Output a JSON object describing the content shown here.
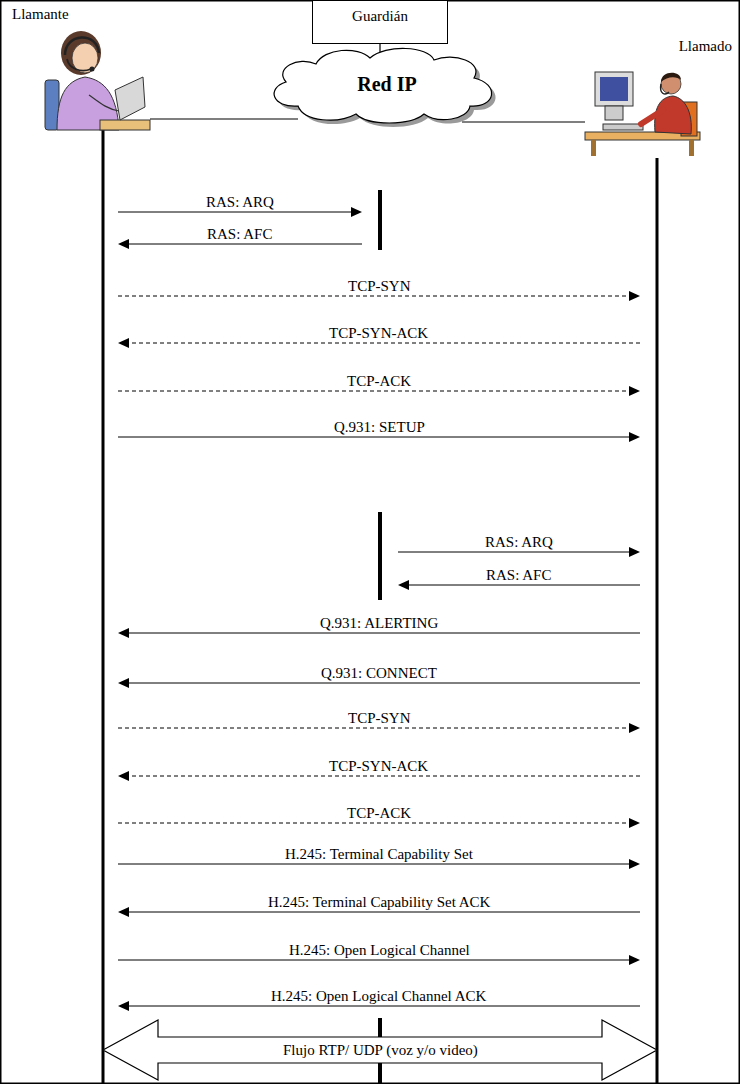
{
  "diagram": {
    "nodes": [
      {
        "text": [
          "Llamante"
        ]
      },
      {
        "text": [
          "Guardián"
        ]
      },
      {
        "text": [
          "Red IP"
        ]
      },
      {
        "text": [
          "Llamado"
        ]
      }
    ],
    "edges": [
      {
        "from": 0,
        "to": 2,
        "arrow": "none"
      },
      {
        "from": 1,
        "to": 2,
        "arrow": "none"
      },
      {
        "from": 2,
        "to": 3,
        "arrow": "none"
      },
      {
        "from": 0,
        "to": 1,
        "arrow": "to",
        "label": "RAS: ARQ"
      },
      {
        "from": 1,
        "to": 0,
        "arrow": "to",
        "label": "RAS: AFC"
      },
      {
        "from": 0,
        "to": 3,
        "arrow": "to",
        "label": "TCP-SYN"
      },
      {
        "from": 3,
        "to": 0,
        "arrow": "to",
        "label": "TCP-SYN-ACK"
      },
      {
        "from": 0,
        "to": 3,
        "arrow": "to",
        "label": "TCP-ACK"
      },
      {
        "from": 0,
        "to": 3,
        "arrow": "to",
        "label": "Q.931: SETUP"
      },
      {
        "from": 1,
        "to": 3,
        "arrow": "to",
        "label": "RAS: ARQ"
      },
      {
        "from": 3,
        "to": 1,
        "arrow": "to",
        "label": "RAS: AFC"
      },
      {
        "from": 3,
        "to": 0,
        "arrow": "to",
        "label": "Q.931: ALERTING"
      },
      {
        "from": 3,
        "to": 0,
        "arrow": "to",
        "label": "Q.931: CONNECT"
      },
      {
        "from": 0,
        "to": 3,
        "arrow": "to",
        "label": "TCP-SYN"
      },
      {
        "from": 3,
        "to": 0,
        "arrow": "to",
        "label": "TCP-SYN-ACK"
      },
      {
        "from": 0,
        "to": 3,
        "arrow": "to",
        "label": "TCP-ACK"
      },
      {
        "from": 0,
        "to": 3,
        "arrow": "to",
        "label": "H.245: Terminal Capability Set"
      },
      {
        "from": 3,
        "to": 0,
        "arrow": "to",
        "label": "H.245: Terminal Capability Set ACK"
      },
      {
        "from": 0,
        "to": 3,
        "arrow": "to",
        "label": "H.245: Open Logical Channel"
      },
      {
        "from": 3,
        "to": 0,
        "arrow": "to",
        "label": "H.245: Open Logical Channel ACK"
      },
      {
        "from": 0,
        "to": 3,
        "arrow": "both",
        "label": "Flujo RTP/ UDP (voz y/o video)"
      }
    ]
  }
}
